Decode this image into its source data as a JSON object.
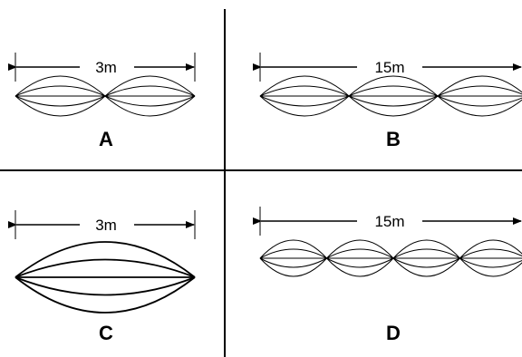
{
  "panels": [
    {
      "id": "A",
      "letter": "A",
      "length": "3m",
      "loops": 2,
      "strings": 5
    },
    {
      "id": "B",
      "letter": "B",
      "length": "15m",
      "loops": 3,
      "strings": 5
    },
    {
      "id": "C",
      "letter": "C",
      "length": "3m",
      "loops": 1,
      "strings": 5
    },
    {
      "id": "D",
      "letter": "D",
      "length": "15m",
      "loops": 4,
      "strings": 5
    }
  ]
}
